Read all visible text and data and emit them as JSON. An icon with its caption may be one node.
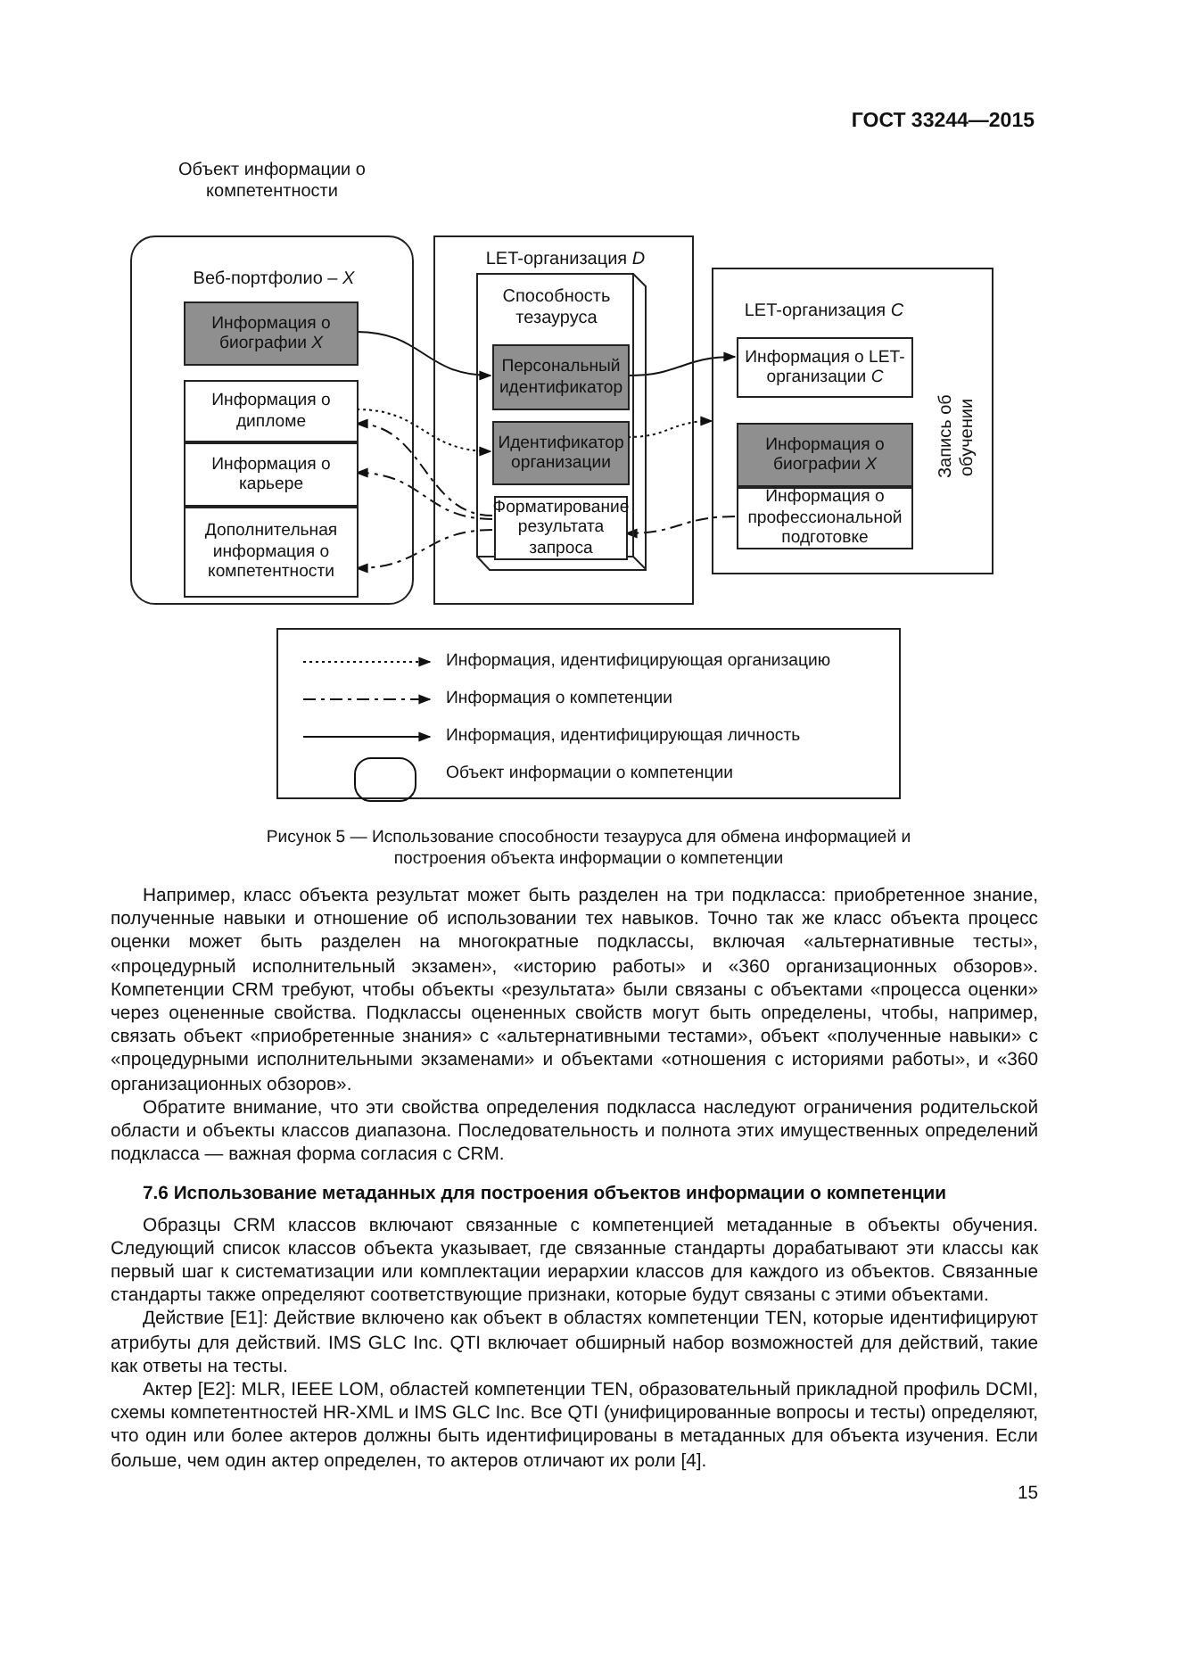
{
  "diagram": {
    "caption": "Рисунок 5 — Использование способности тезауруса для обмена информацией и построения объекта информации о компетенции",
    "nodes": [
      {
        "text": [
          "Объект информации о компетентности",
          "Веб-портфолио – *X*"
        ]
      },
      {
        "text": [
          "Информация о биографии *X*"
        ],
        "in": 0
      },
      {
        "text": [
          "Информация о дипломе"
        ],
        "in": 0
      },
      {
        "text": [
          "Информация о карьере"
        ],
        "in": 0
      },
      {
        "text": [
          "Дополнительная информация о компетентности"
        ],
        "in": 0
      },
      {
        "text": [
          "LET-организация *D*"
        ]
      },
      {
        "text": [
          "Способность тезауруса"
        ],
        "in": 5
      },
      {
        "text": [
          "Персональный идентификатор"
        ],
        "in": 6
      },
      {
        "text": [
          "Идентификатор организации"
        ],
        "in": 6
      },
      {
        "text": [
          "Форматирование результата запроса"
        ],
        "in": 6
      },
      {
        "text": [
          "LET-организация *C*",
          "Запись об обучении"
        ]
      },
      {
        "text": [
          "Информация о LET-организации *C*"
        ],
        "in": 10
      },
      {
        "text": [
          "Информация о биографии *X*"
        ],
        "in": 10
      },
      {
        "text": [
          "Информация о профессиональной подготовке"
        ],
        "in": 10
      }
    ],
    "edges": [
      {
        "from": 1,
        "to": 7,
        "arrow": "to"
      },
      {
        "from": 7,
        "to": 11,
        "arrow": "to"
      },
      {
        "from": 2,
        "to": 8,
        "arrow": "to",
        "style": "dashed"
      },
      {
        "from": 8,
        "to": 10,
        "arrow": "to",
        "style": "dashed"
      },
      {
        "from": 9,
        "to": 2,
        "arrow": "to",
        "style": "dashed"
      },
      {
        "from": 9,
        "to": 3,
        "arrow": "to",
        "style": "dashed"
      },
      {
        "from": 9,
        "to": 4,
        "arrow": "to",
        "style": "dashed"
      },
      {
        "from": 13,
        "to": 9,
        "arrow": "to",
        "style": "dashed"
      }
    ],
    "labels": [
      "ГОСТ 33244—2015",
      "Например, класс объекта результат может быть разделен на три подкласса: приобретенное знание, полученные навыки и отношение об использовании тех навыков. Точно так же класс объекта процесс оценки может быть разделен на многократные подклассы, включая «альтернативные тесты», «процедурный исполнительный экзамен», «историю работы» и «360 организационных обзоров». Компетенции CRM требуют, чтобы объекты «результата» были связаны с объектами «процесса оценки» через оцененные свойства. Подклассы оцененных свойств могут быть определены, чтобы, например, связать объект «приобретенные знания» с «альтернативными тестами», объект «полученные навыки» с «процедурными исполнительными экзаменами» и объектами «отношения с историями работы», и «360 организационных обзоров».",
      "Обратите внимание, что эти свойства определения подкласса наследуют ограничения родительской области и объекты классов диапазона. Последовательность и полнота этих имущественных определений подкласса — важная форма согласия с CRM.",
      "7.6 Использование метаданных для построения объектов информации о компетенции",
      "Образцы CRM классов включают связанные с компетенцией метаданные в объекты обучения. Следующий список классов объекта указывает, где связанные стандарты дорабатывают эти классы как первый шаг к систематизации или комплектации иерархии классов для каждого из объектов. Связанные стандарты также определяют соответствующие признаки, которые будут связаны с этими объектами.",
      "Действие [E1]: Действие включено как объект в областях компетенции TEN, которые идентифицируют атрибуты для действий. IMS GLC Inc. QTI включает обширный набор возможностей для действий, такие как ответы на тесты.",
      "Актер [E2]: MLR, IEEE LOM, областей компетенции TEN, образовательный прикладной профиль DCMI, схемы компетентностей HR-XML и IMS GLC Inc. Все QTI (унифицированные вопросы и тесты) определяют, что один или более актеров должны быть идентифицированы в метаданных для объекта изучения. Если больше, чем один актер определен, то актеров отличают их роли [4].",
      "15"
    ],
    "legend": [
      {
        "text": "Информация, идентифицирующая организацию"
      },
      {
        "text": "Информация о компетенции"
      },
      {
        "text": "Информация, идентифицирующая личность"
      },
      {
        "text": "Объект информации о компетенции"
      }
    ]
  }
}
